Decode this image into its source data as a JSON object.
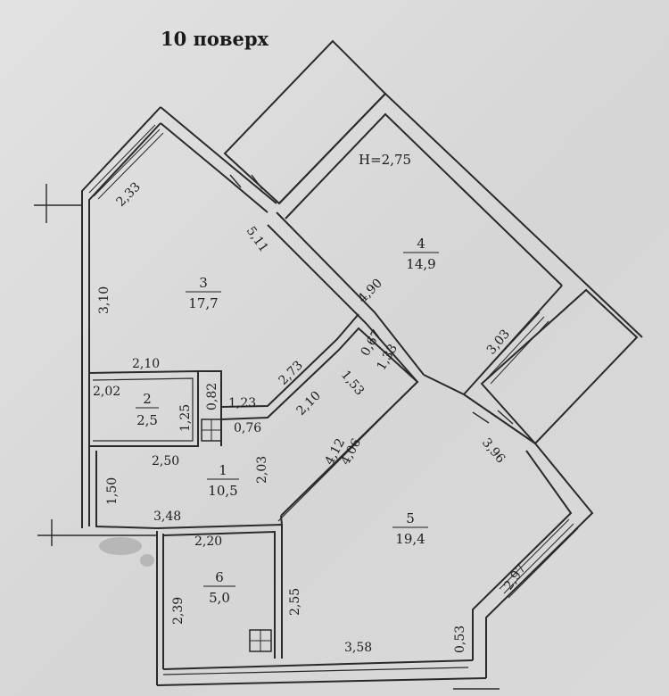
{
  "title": "10 поверх",
  "ceiling_height": "H=2,75",
  "rooms": [
    {
      "number": "1",
      "area": "10,5"
    },
    {
      "number": "2",
      "area": "2,5"
    },
    {
      "number": "3",
      "area": "17,7"
    },
    {
      "number": "4",
      "area": "14,9"
    },
    {
      "number": "5",
      "area": "19,4"
    },
    {
      "number": "6",
      "area": "5,0"
    }
  ],
  "dimensions": {
    "d_2_33": "2,33",
    "d_3_10": "3,10",
    "d_5_11": "5,11",
    "d_2_10": "2,10",
    "d_2_02": "2,02",
    "d_1_25": "1,25",
    "d_0_82": "0,82",
    "d_1_23": "1,23",
    "d_0_76": "0,76",
    "d_2_73": "2,73",
    "d_2_10b": "2,10",
    "d_1_53": "1,53",
    "d_4_90": "4,90",
    "d_0_67": "0,67",
    "d_1_33": "1,33",
    "d_3_03": "3,03",
    "d_2_50": "2,50",
    "d_1_50": "1,50",
    "d_2_03": "2,03",
    "d_4_12": "4,12",
    "d_4_06": "4,06",
    "d_3_96": "3,96",
    "d_3_48": "3,48",
    "d_2_20": "2,20",
    "d_2_39": "2,39",
    "d_2_55": "2,55",
    "d_2_97": "2,97",
    "d_3_58": "3,58",
    "d_0_53": "0,53"
  }
}
